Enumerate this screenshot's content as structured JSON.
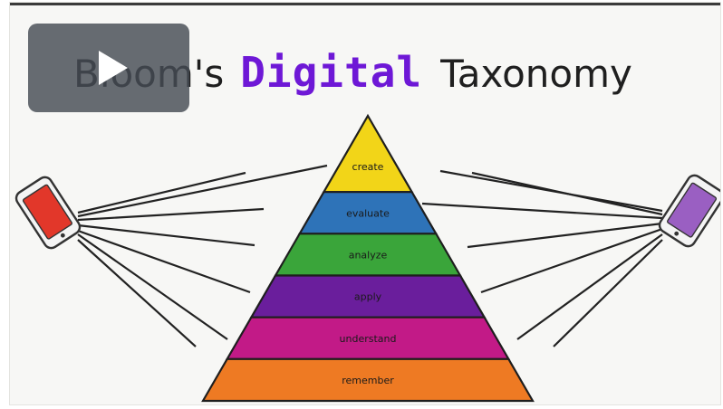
{
  "title": {
    "part1": "Bloom's",
    "part2": "Digital",
    "part3": "Taxonomy"
  },
  "video": {
    "play_button_icon": "play-icon"
  },
  "pyramid": {
    "levels": [
      {
        "label": "create",
        "color": "#f2d518"
      },
      {
        "label": "evaluate",
        "color": "#2e73b8"
      },
      {
        "label": "analyze",
        "color": "#3aa53a"
      },
      {
        "label": "apply",
        "color": "#6a1e9c"
      },
      {
        "label": "understand",
        "color": "#c21a87"
      },
      {
        "label": "remember",
        "color": "#ee7a23"
      }
    ]
  },
  "devices": {
    "left": {
      "icon": "smartphone-icon",
      "color": "#e2372a"
    },
    "right": {
      "icon": "smartphone-icon",
      "color": "#9a5fc2"
    }
  }
}
